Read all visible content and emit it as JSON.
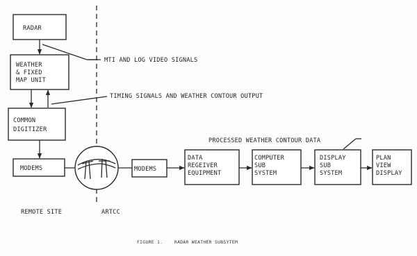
{
  "blocks": {
    "radar": [
      "RADAR"
    ],
    "weather_map_unit": [
      "WEATHER",
      "& FIXED",
      "MAP UNIT"
    ],
    "common_digitizer": [
      "COMMON",
      "DIGITIZER"
    ],
    "modems_remote": [
      "MODEMS"
    ],
    "modems_artcc": [
      "MODEMS"
    ],
    "data_receiver": [
      "DATA",
      "REGEIVER",
      "EQUIPMENT"
    ],
    "computer_subsystem": [
      "COMPUTER",
      "SUB",
      "SYSTEM"
    ],
    "display_subsystem": [
      "DISPLAY",
      "SUB",
      "SYSTEM"
    ],
    "plan_view_display": [
      "PLAN",
      "VIEW",
      "DISPLAY"
    ]
  },
  "annotations": {
    "mti_log": "MTI AND LOG VIDEO SIGNALS",
    "timing": "TIMING SIGNALS AND WEATHER CONTOUR OUTPUT",
    "processed": "PROCESSED WEATHER CONTOUR DATA"
  },
  "sites": {
    "remote": "REMOTE SITE",
    "artcc": "ARTCC"
  },
  "caption": "FIGURE 1.    RADAR WEATHER SUBSYTEM"
}
